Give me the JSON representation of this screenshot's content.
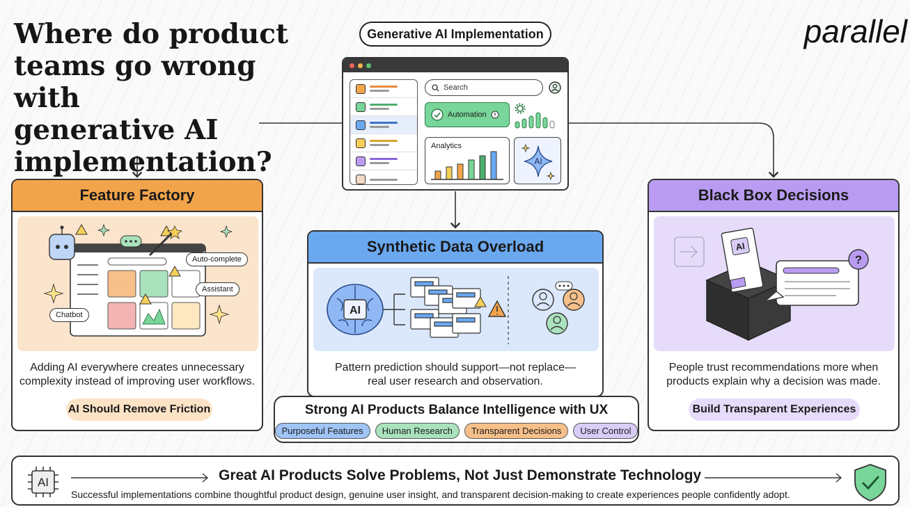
{
  "title_lines": [
    "Where do product",
    "teams go wrong with",
    "generative AI",
    "implementation?"
  ],
  "brand": "parallel",
  "top_pill": "Generative AI Implementation",
  "mock_ui": {
    "search_placeholder": "Search",
    "automation_label": "Automation",
    "analytics_label": "Analytics",
    "ai_label": "AI"
  },
  "cards": {
    "feature_factory": {
      "title": "Feature Factory",
      "desc_lines": [
        "Adding AI everywhere creates unnecessary",
        "complexity instead of improving user workflows."
      ],
      "tag": "AI Should Remove Friction",
      "bubbles": [
        "Auto-complete",
        "Assistant",
        "Chatbot"
      ]
    },
    "synthetic_data": {
      "title": "Synthetic Data Overload",
      "desc_lines": [
        "Pattern prediction should support—not replace—",
        "real user research and observation."
      ],
      "ai_label": "AI"
    },
    "black_box": {
      "title": "Black Box Decisions",
      "desc_lines": [
        "People trust recommendations more when",
        "products explain why a decision was made."
      ],
      "tag": "Build Transparent Experiences",
      "ai_label": "AI"
    }
  },
  "balance": {
    "title": "Strong AI Products Balance Intelligence with UX",
    "chips": [
      "Purposeful Features",
      "Human Research",
      "Transparent Decisions",
      "User Control"
    ]
  },
  "banner": {
    "chip_label": "AI",
    "headline": "Great AI Products Solve Problems, Not Just Demonstrate Technology",
    "subline": "Successful implementations combine thoughtful product design, genuine user insight, and transparent decision-making to create experiences people confidently adopt."
  },
  "colors": {
    "orange": "#f2a44b",
    "blue": "#6aa8f0",
    "purple": "#b99cf2",
    "green": "#79d69a"
  }
}
